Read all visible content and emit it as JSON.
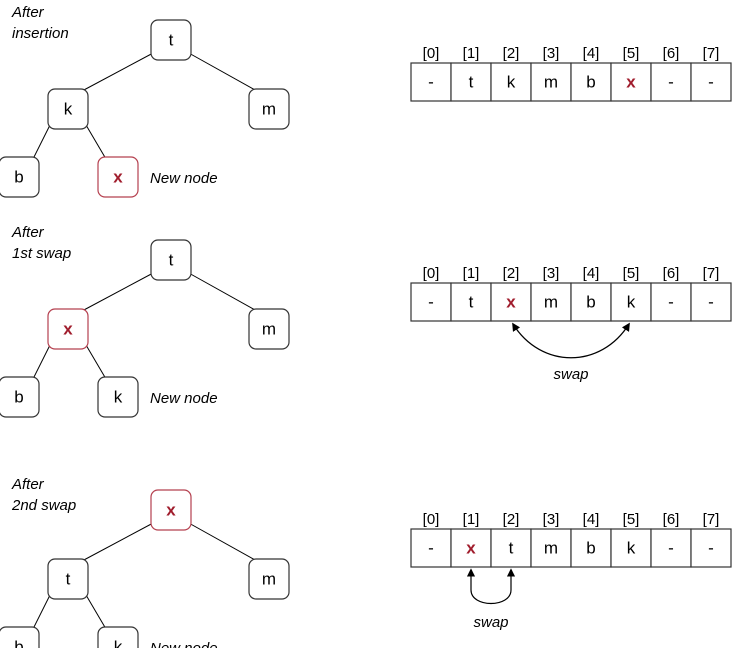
{
  "title": "Max-heap insertion: sift-up of new node x",
  "highlight_color": "#a01c2c",
  "new_node_label": "New node",
  "swap_label": "swap",
  "indices": [
    "[0]",
    "[1]",
    "[2]",
    "[3]",
    "[4]",
    "[5]",
    "[6]",
    "[7]"
  ],
  "panels": [
    {
      "caption": [
        "After",
        "insertion"
      ],
      "tree": {
        "root": {
          "label": "t",
          "highlight": false
        },
        "left": {
          "label": "k",
          "highlight": false
        },
        "right": {
          "label": "m",
          "highlight": false
        },
        "left_left": {
          "label": "b",
          "highlight": false
        },
        "left_right": {
          "label": "x",
          "highlight": true
        }
      },
      "array": [
        {
          "value": "-",
          "highlight": false
        },
        {
          "value": "t",
          "highlight": false
        },
        {
          "value": "k",
          "highlight": false
        },
        {
          "value": "m",
          "highlight": false
        },
        {
          "value": "b",
          "highlight": false
        },
        {
          "value": "x",
          "highlight": true
        },
        {
          "value": "-",
          "highlight": false
        },
        {
          "value": "-",
          "highlight": false
        }
      ],
      "swap": null
    },
    {
      "caption": [
        "After",
        "1st swap"
      ],
      "tree": {
        "root": {
          "label": "t",
          "highlight": false
        },
        "left": {
          "label": "x",
          "highlight": true
        },
        "right": {
          "label": "m",
          "highlight": false
        },
        "left_left": {
          "label": "b",
          "highlight": false
        },
        "left_right": {
          "label": "k",
          "highlight": false
        }
      },
      "array": [
        {
          "value": "-",
          "highlight": false
        },
        {
          "value": "t",
          "highlight": false
        },
        {
          "value": "x",
          "highlight": true
        },
        {
          "value": "m",
          "highlight": false
        },
        {
          "value": "b",
          "highlight": false
        },
        {
          "value": "k",
          "highlight": false
        },
        {
          "value": "-",
          "highlight": false
        },
        {
          "value": "-",
          "highlight": false
        }
      ],
      "swap": {
        "from_index": 2,
        "to_index": 5
      }
    },
    {
      "caption": [
        "After",
        "2nd swap"
      ],
      "tree": {
        "root": {
          "label": "x",
          "highlight": true
        },
        "left": {
          "label": "t",
          "highlight": false
        },
        "right": {
          "label": "m",
          "highlight": false
        },
        "left_left": {
          "label": "b",
          "highlight": false
        },
        "left_right": {
          "label": "k",
          "highlight": false
        }
      },
      "array": [
        {
          "value": "-",
          "highlight": false
        },
        {
          "value": "x",
          "highlight": true
        },
        {
          "value": "t",
          "highlight": false
        },
        {
          "value": "m",
          "highlight": false
        },
        {
          "value": "b",
          "highlight": false
        },
        {
          "value": "k",
          "highlight": false
        },
        {
          "value": "-",
          "highlight": false
        },
        {
          "value": "-",
          "highlight": false
        }
      ],
      "swap": {
        "from_index": 1,
        "to_index": 2
      }
    }
  ]
}
